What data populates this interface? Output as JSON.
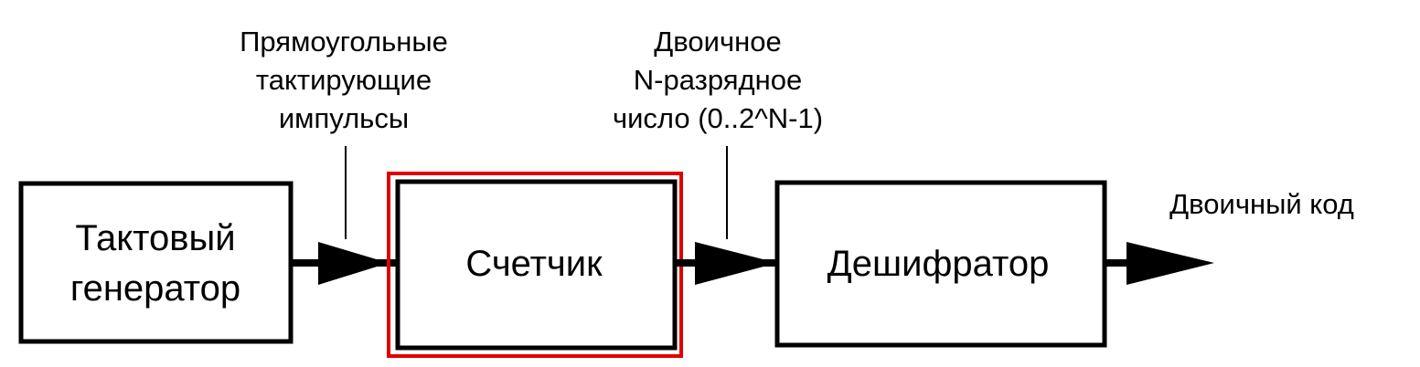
{
  "blocks": {
    "generator": {
      "line1": "Тактовый",
      "line2": "генератор"
    },
    "counter": {
      "label": "Счетчик"
    },
    "decoder": {
      "label": "Дешифратор"
    }
  },
  "notes": {
    "pulses": {
      "line1": "Прямоугольные",
      "line2": "тактирующие",
      "line3": "импульсы"
    },
    "number": {
      "line1": "Двоичное",
      "line2": "N-разрядное",
      "line3": "число (0..2^N-1)"
    },
    "code": {
      "line1": "Двоичный код"
    }
  },
  "colors": {
    "stroke": "#000000",
    "highlight": "#e00000",
    "background": "#ffffff"
  }
}
